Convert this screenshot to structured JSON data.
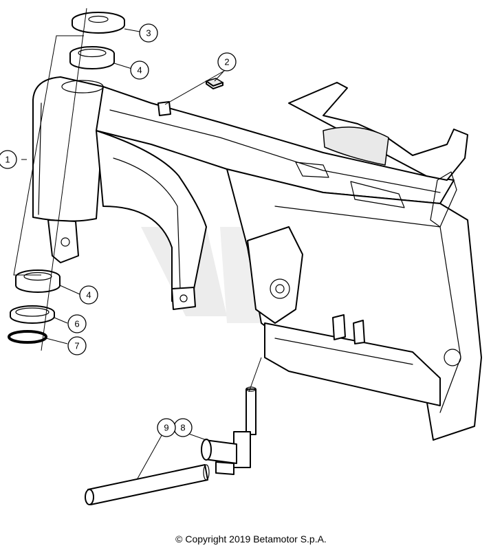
{
  "copyright": "© Copyright 2019 Betamotor S.p.A.",
  "callouts": [
    {
      "id": "1",
      "label": "1"
    },
    {
      "id": "2",
      "label": "2"
    },
    {
      "id": "3",
      "label": "3"
    },
    {
      "id": "4a",
      "label": "4"
    },
    {
      "id": "4b",
      "label": "4"
    },
    {
      "id": "6",
      "label": "6"
    },
    {
      "id": "7",
      "label": "7"
    },
    {
      "id": "8",
      "label": "8"
    },
    {
      "id": "9",
      "label": "9"
    }
  ]
}
